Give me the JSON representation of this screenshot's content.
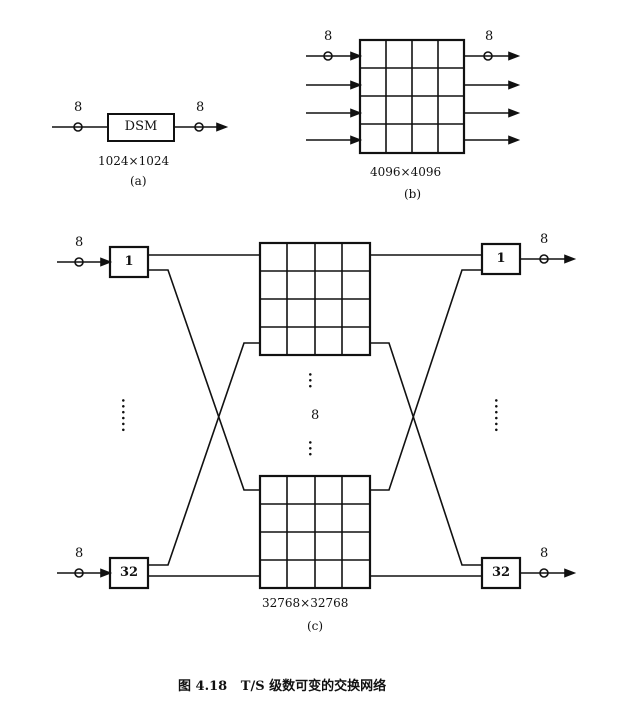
{
  "figure": {
    "a": {
      "input_label": "8",
      "output_label": "8",
      "block_label": "DSM",
      "size": "1024×1024",
      "caption": "(a)"
    },
    "b": {
      "input_label": "8",
      "output_label": "8",
      "size": "4096×4096",
      "caption": "(b)"
    },
    "c": {
      "top_in_label": "8",
      "top_out_label": "8",
      "bottom_in_label": "8",
      "bottom_out_label": "8",
      "top_left_block": "1",
      "top_right_block": "1",
      "bottom_left_block": "32",
      "bottom_right_block": "32",
      "middle_count": "8",
      "size": "32768×32768",
      "caption": "(c)"
    },
    "title": "图 4.18   T/S 级数可变的交换网络"
  }
}
